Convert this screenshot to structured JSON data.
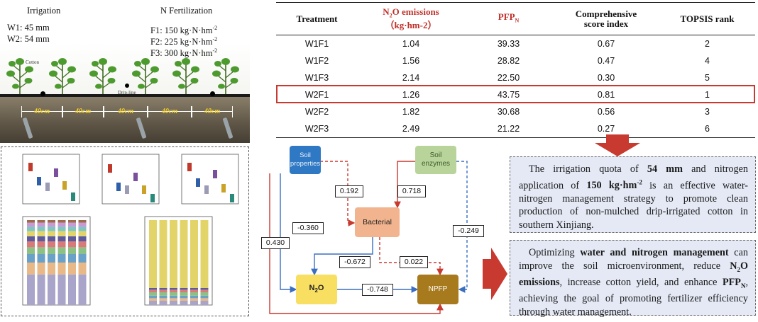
{
  "photo": {
    "irrigation_title": "Irrigation",
    "w1": "W1: 45 mm",
    "w2": "W2: 54 mm",
    "n_title": "N Fertilization",
    "f1": "F1: 150 kg·N·hm",
    "f2": "F2: 225 kg·N·hm",
    "f3": "F3: 300 kg·N·hm",
    "exp": "-2",
    "cotton_label": "Cotton",
    "dripline_label": "Drip-line",
    "spacing": [
      "40cm",
      "40cm",
      "40cm",
      "40cm",
      "40cm"
    ]
  },
  "table": {
    "headers": {
      "treatment": "Treatment",
      "n2o_line1_a": "N",
      "n2o_line1_sub": "2",
      "n2o_line1_b": "O emissions",
      "n2o_line2": "（kg·hm-2）",
      "pfp": "PFP",
      "pfp_sub": "N",
      "score_line1": "Comprehensive",
      "score_line2": "score index",
      "rank": "TOPSIS rank"
    },
    "rows": [
      {
        "treatment": "W1F1",
        "n2o": "1.04",
        "pfp": "39.33",
        "score": "0.67",
        "rank": "2"
      },
      {
        "treatment": "W1F2",
        "n2o": "1.56",
        "pfp": "28.82",
        "score": "0.47",
        "rank": "4"
      },
      {
        "treatment": "W1F3",
        "n2o": "2.14",
        "pfp": "22.50",
        "score": "0.30",
        "rank": "5"
      },
      {
        "treatment": "W2F1",
        "n2o": "1.26",
        "pfp": "43.75",
        "score": "0.81",
        "rank": "1"
      },
      {
        "treatment": "W2F2",
        "n2o": "1.82",
        "pfp": "30.68",
        "score": "0.56",
        "rank": "3"
      },
      {
        "treatment": "W2F3",
        "n2o": "2.49",
        "pfp": "21.22",
        "score": "0.27",
        "rank": "6"
      }
    ]
  },
  "diagram": {
    "soil_properties_1": "Soil",
    "soil_properties_2": "properties",
    "soil_enzymes_1": "Soil",
    "soil_enzymes_2": "enzymes",
    "bacterial": "Bacterial",
    "n2o_a": "N",
    "n2o_sub": "2",
    "n2o_b": "O",
    "npfp": "NPFP",
    "coefs": {
      "c0192": "0.192",
      "c0718": "0.718",
      "cm0360": "-0.360",
      "cm0249": "-0.249",
      "c0430": "0.430",
      "cm0672": "-0.672",
      "c0022": "0.022",
      "cm0748": "-0.748"
    },
    "colors": {
      "soil_properties": "#2f78c4",
      "soil_enzymes": "#b8d49a",
      "bacterial": "#f2b48e",
      "n2o": "#f8df62",
      "npfp": "#a87a1e",
      "negative_path": "#3a6fc0",
      "positive_path": "#c8392f"
    }
  },
  "box1": {
    "p1": "The irrigation quota of ",
    "b1": "54 mm",
    "p2": " and nitrogen application of ",
    "b2": "150 kg·hm",
    "b2sup": "-2",
    "p3": " is an effective water-nitrogen management strategy to promote clean production of non-mulched drip-irrigated cotton in southern Xinjiang."
  },
  "box2": {
    "p1": "Optimizing ",
    "b1": "water and nitrogen management",
    "p2": " can improve the soil microenvironment, reduce ",
    "b2a": "N",
    "b2sub": "2",
    "b2b": "O emissions",
    "p3": ", increase cotton yield, and enhance ",
    "b3": "PFP",
    "b3sub": "N",
    "p4": ", achieving the goal of promoting fertilizer efficiency through water management."
  },
  "colors": {
    "table_highlight": "#c8392f",
    "arrow": "#c8392f",
    "textbox_bg": "#e4e9f5"
  }
}
